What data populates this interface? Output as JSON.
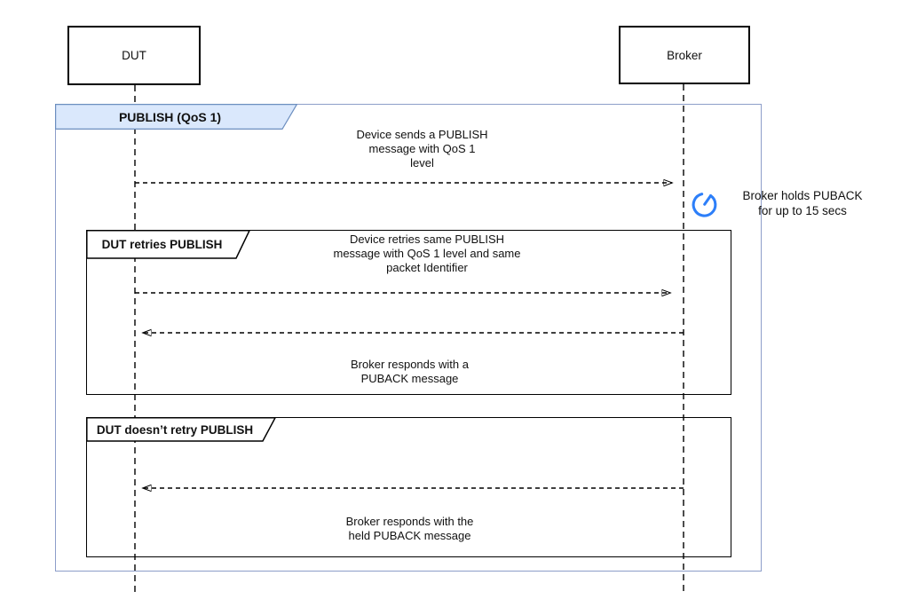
{
  "actors": {
    "left": "DUT",
    "right": "Broker"
  },
  "outer_frame": {
    "label": "PUBLISH (QoS 1)"
  },
  "inner_frames": {
    "retry": {
      "label": "DUT retries PUBLISH"
    },
    "no_retry": {
      "label": "DUT doesn’t retry PUBLISH"
    }
  },
  "messages": {
    "publish_qos1": "Device sends a PUBLISH\nmessage with QoS 1\nlevel",
    "retry_publish": "Device retries same PUBLISH\nmessage with QoS 1 level and same\npacket Identifier",
    "puback_response": "Broker responds with a\nPUBACK message",
    "held_puback_response": "Broker responds with the\nheld PUBACK message"
  },
  "note": {
    "icon": "hold-timer-icon",
    "text": "Broker holds PUBACK\nfor up to 15 secs"
  },
  "colors": {
    "frame_label_fill": "#dae8fc",
    "frame_label_border": "#6c8ebf",
    "outer_frame_border": "#8d9ec9",
    "inner_frame_border": "#000000",
    "icon_blue": "#2d7ff9"
  }
}
